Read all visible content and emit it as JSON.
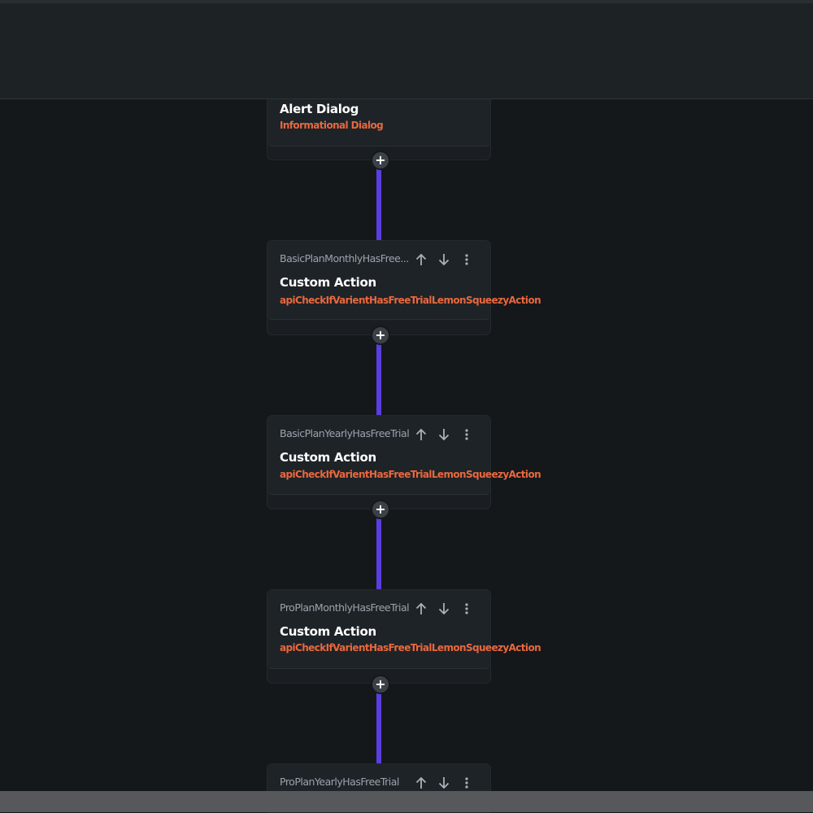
{
  "flow": {
    "nodes": [
      {
        "header": "",
        "title": "Alert Dialog",
        "subtitle": "Informational Dialog"
      },
      {
        "header": "BasicPlanMonthlyHasFree...",
        "title": "Custom Action",
        "subtitle": "apiCheckIfVarientHasFreeTrialLemonSqueezyAction"
      },
      {
        "header": "BasicPlanYearlyHasFreeTrial",
        "title": "Custom Action",
        "subtitle": "apiCheckIfVarientHasFreeTrialLemonSqueezyAction"
      },
      {
        "header": "ProPlanMonthlyHasFreeTrial",
        "title": "Custom Action",
        "subtitle": "apiCheckIfVarientHasFreeTrialLemonSqueezyAction"
      },
      {
        "header": "ProPlanYearlyHasFreeTrial",
        "title": "",
        "subtitle": ""
      }
    ],
    "add_button_label": "+"
  },
  "icons": {
    "move_up": "arrow-up-icon",
    "move_down": "arrow-down-icon",
    "more": "more-vertical-icon",
    "add": "plus-icon"
  },
  "colors": {
    "background": "#15181b",
    "card": "#1e2327",
    "connector": "#5a3ee0",
    "subtitle": "#e8683e",
    "title": "#ffffff",
    "header_text": "#9aa3ad"
  }
}
